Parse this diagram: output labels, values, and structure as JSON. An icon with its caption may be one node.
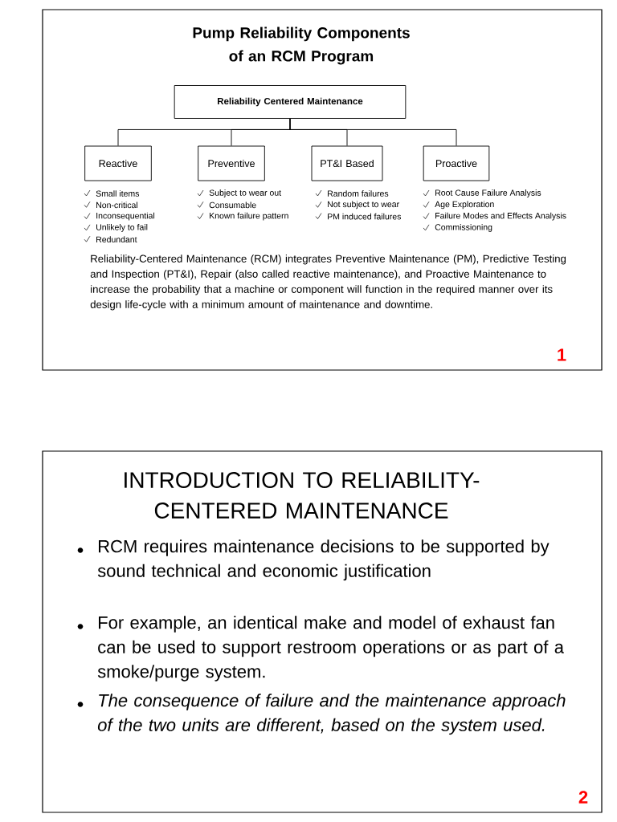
{
  "diagram": {
    "title": "Pump Reliability Components of an RCM Program",
    "nodes": [
      {
        "text": [
          "Reliability Centered Maintenance"
        ]
      },
      {
        "text": [
          "Reactive"
        ],
        "beside": [
          "Small items",
          "Non-critical",
          "Inconsequential",
          "Unlikely to fail",
          "Redundant"
        ]
      },
      {
        "text": [
          "Preventive"
        ],
        "beside": [
          "Subject to wear out",
          "Consumable",
          "Known failure pattern"
        ]
      },
      {
        "text": [
          "PT&I Based"
        ],
        "beside": [
          "Random failures",
          "Not subject to wear",
          "PM induced failures"
        ]
      },
      {
        "text": [
          "Proactive"
        ],
        "beside": [
          "Root Cause Failure Analysis",
          "Age Exploration",
          "Failure Modes and Effects Analysis",
          "Commissioning"
        ]
      }
    ],
    "edges": [
      {
        "from": 0,
        "to": 1,
        "arrow": "none"
      },
      {
        "from": 0,
        "to": 2,
        "arrow": "none"
      },
      {
        "from": 0,
        "to": 3,
        "arrow": "none"
      },
      {
        "from": 0,
        "to": 4,
        "arrow": "none"
      }
    ],
    "labels": [
      "Reliability-Centered Maintenance (RCM) integrates Preventive Maintenance (PM), Predictive Testing and Inspection (PT&I), Repair (also called reactive maintenance), and Proactive Maintenance to increase the probability that a machine or component will function in the required manner over its design life-cycle with a minimum amount of maintenance and downtime.",
      "1",
      "INTRODUCTION TO RELIABILITY-CENTERED MAINTENANCE",
      "RCM requires maintenance decisions to be supported by sound technical and economic justification",
      "For example, an identical make and model of exhaust fan can be used to support restroom operations or as part of a smoke/purge system.",
      "The consequence of failure and the maintenance approach of the two units are different, based on the system used.",
      "2"
    ]
  }
}
